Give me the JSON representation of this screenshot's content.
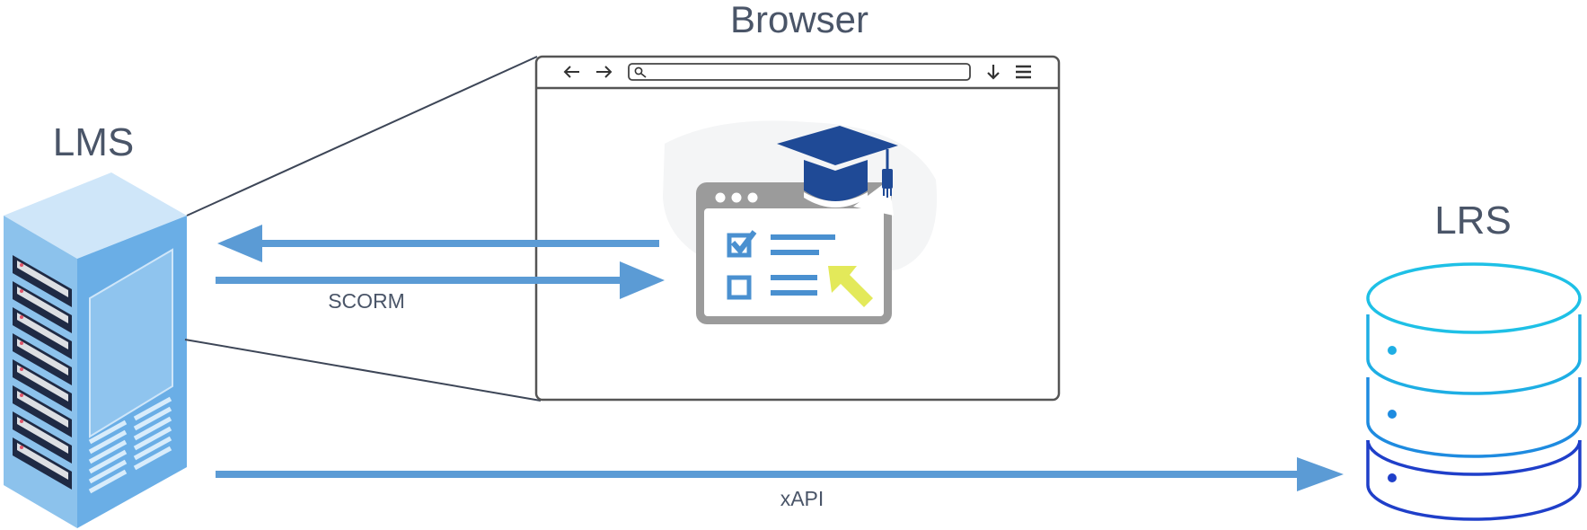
{
  "labels": {
    "browser": "Browser",
    "lms": "LMS",
    "lrs": "LRS",
    "scorm": "SCORM",
    "xapi": "xAPI"
  },
  "colors": {
    "arrow": "#5b9bd5",
    "text": "#4a5568",
    "server_light": "#cfe6f9",
    "server_mid": "#8cc2ec",
    "server_dark": "#6aaee6",
    "rack_dark": "#1f2a44",
    "db_top": "#1ec0e6",
    "db_mid": "#1e8be0",
    "db_bottom": "#1f3fc9",
    "cap_blue": "#1f4a96",
    "cursor_yellow": "#e3e95a",
    "window_gray": "#9b9b9b",
    "window_line": "#666666"
  },
  "icons": {
    "lms": "server-rack-icon",
    "lrs": "database-icon",
    "course": "elearning-course-icon",
    "cap": "graduation-cap-icon",
    "cursor": "cursor-arrow-icon",
    "back": "arrow-left-icon",
    "forward": "arrow-right-icon",
    "search": "search-icon",
    "download": "download-icon",
    "menu": "hamburger-menu-icon"
  }
}
